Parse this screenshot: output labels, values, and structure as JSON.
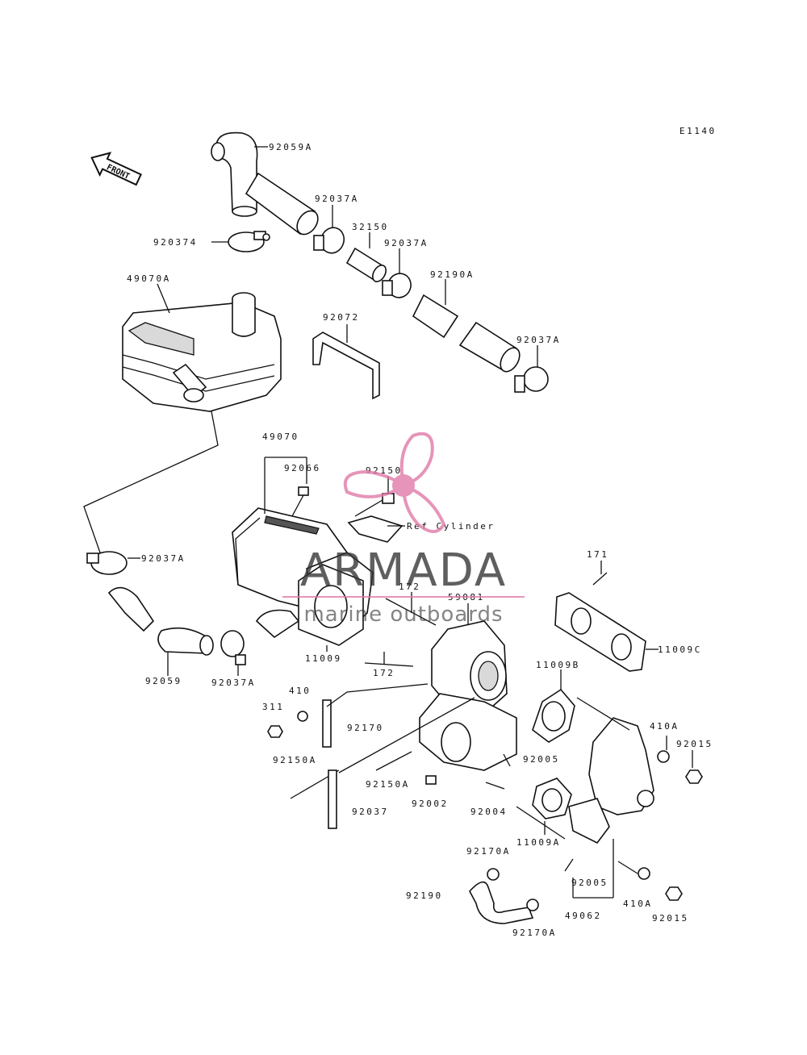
{
  "diagram_id": "E1140",
  "front_label": "FRONT",
  "labels": {
    "p92059A": "92059A",
    "p92037A_1": "92037A",
    "p92037A_left": "920374",
    "p32150": "32150",
    "p92037A_2": "92037A",
    "p92190A": "92190A",
    "p49070A": "49070A",
    "p92072": "92072",
    "p92037A_3": "92037A",
    "p49070": "49070",
    "p92066": "92066",
    "p92150": "92150",
    "ref_cylinder": "Ref Cylinder",
    "p92037A_4": "92037A",
    "p171": "171",
    "p172_a": "172",
    "p59081": "59081",
    "p11009C": "11009C",
    "p11009": "11009",
    "p172_b": "172",
    "p11009B": "11009B",
    "p92059": "92059",
    "p92037A_5": "92037A",
    "p410": "410",
    "p311": "311",
    "p92170": "92170",
    "p410A_1": "410A",
    "p92015_1": "92015",
    "p92150A_1": "92150A",
    "p92150A_2": "92150A",
    "p92005_1": "92005",
    "p92037": "92037",
    "p92002": "92002",
    "p92004": "92004",
    "p11009A": "11009A",
    "p92170A_1": "92170A",
    "p92190": "92190",
    "p92005_2": "92005",
    "p410A_2": "410A",
    "p49062": "49062",
    "p92015_2": "92015",
    "p92170A_2": "92170A"
  },
  "watermark": {
    "brand": "ARMADA",
    "tagline": "marine outboards",
    "logo_color": "#e07aa8"
  }
}
